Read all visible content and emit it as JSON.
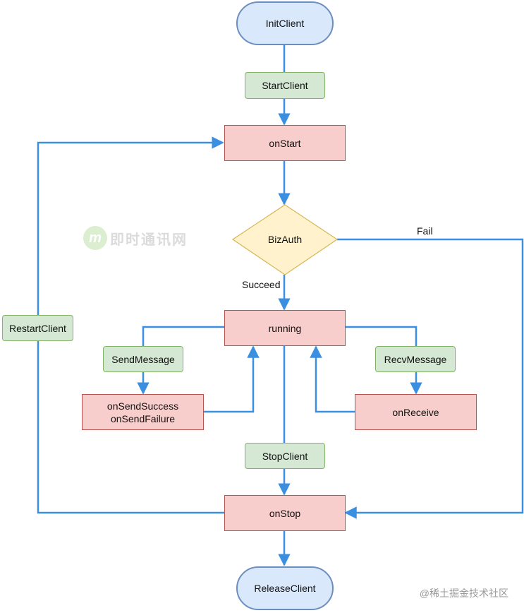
{
  "nodes": {
    "init_client": "InitClient",
    "start_client": "StartClient",
    "on_start": "onStart",
    "biz_auth": "BizAuth",
    "running": "running",
    "send_message": "SendMessage",
    "on_send_result": "onSendSuccess\nonSendFailure",
    "recv_message": "RecvMessage",
    "on_receive": "onReceive",
    "stop_client": "StopClient",
    "on_stop": "onStop",
    "release_client": "ReleaseClient",
    "restart_client": "RestartClient"
  },
  "edge_labels": {
    "fail": "Fail",
    "succeed": "Succeed"
  },
  "watermark": {
    "logo_letter": "m",
    "text": "即时通讯网"
  },
  "footer": "@稀土掘金技术社区",
  "colors": {
    "edge": "#3b8fe0",
    "oval_fill": "#dae8fc",
    "oval_stroke": "#6c8ebf",
    "red_fill": "#f8cecc",
    "red_stroke": "#b85450",
    "green_fill": "#d5e8d4",
    "green_stroke": "#82b366",
    "diamond_fill": "#fff2cc",
    "diamond_stroke": "#d6b656"
  }
}
